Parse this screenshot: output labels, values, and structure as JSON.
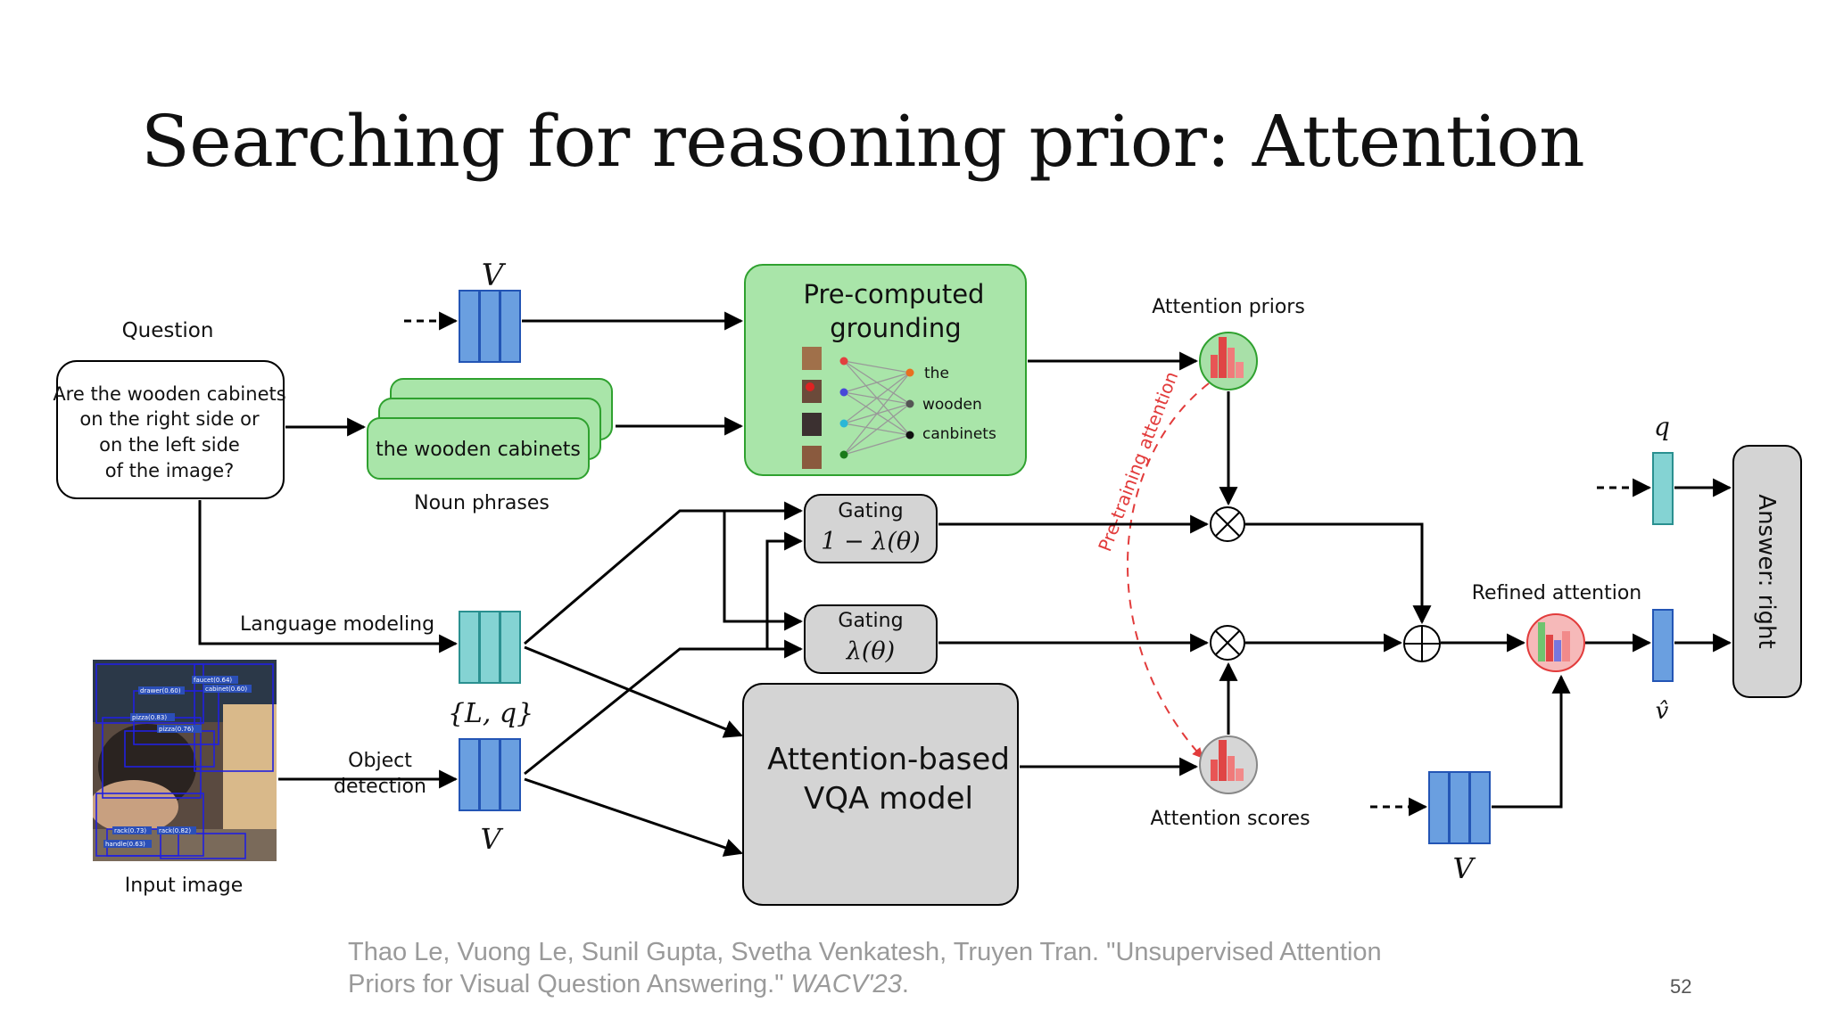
{
  "slide": {
    "title": "Searching for reasoning prior: Attention",
    "page_number": "52",
    "citation_main": "Thao Le, Vuong Le, Sunil Gupta, Svetha Venkatesh, Truyen Tran. \"Unsupervised Attention Priors for Visual Question Answering.\" ",
    "citation_venue": "WACV'23",
    "citation_end": "."
  },
  "diagram": {
    "question_label": "Question",
    "question_lines": [
      "Are the wooden cabinets",
      "on the right side or",
      "on the left side",
      "of the image?"
    ],
    "noun_phrase_text": "the wooden cabinets",
    "noun_phrases_label": "Noun phrases",
    "grounding_lines": [
      "Pre-computed",
      "grounding"
    ],
    "grounding_words": [
      "the",
      "wooden",
      "canbinets"
    ],
    "attention_priors_label": "Attention priors",
    "pretraining_label": "Pre-training attention",
    "gating_label": "Gating",
    "gating_top_formula": "1 − λ(θ)",
    "gating_bottom_formula": "λ(θ)",
    "language_modeling_label": "Language modeling",
    "lq_label": "{L, q}",
    "object_detection_lines": [
      "Object",
      "detection"
    ],
    "input_image_label": "Input image",
    "v_label": "V",
    "vqa_lines": [
      "Attention-based",
      "VQA model"
    ],
    "attention_scores_label": "Attention scores",
    "refined_attention_label": "Refined attention",
    "q_label": "q",
    "v_hat_label": "v̂",
    "answer_label": "Answer: right",
    "detections": [
      "faucet(0.64)",
      "drawer(0.60)",
      "cabinet(0.60)",
      "pizza(0.83)",
      "pizza(0.76)",
      "rack(0.73)",
      "rack(0.82)",
      "handle(0.63)"
    ]
  },
  "colors": {
    "blue_cell": "#6a9fe0",
    "teal_cell": "#84d3d3",
    "green_box": "#a9e5a9",
    "green_border": "#2fa12f",
    "grey_box": "#d4d4d4",
    "dashed_red": "#e23b3b",
    "prior_circle": "#a8e0a8",
    "score_circle": "#d6d6d6",
    "refined_circle": "#f6b9b9"
  }
}
